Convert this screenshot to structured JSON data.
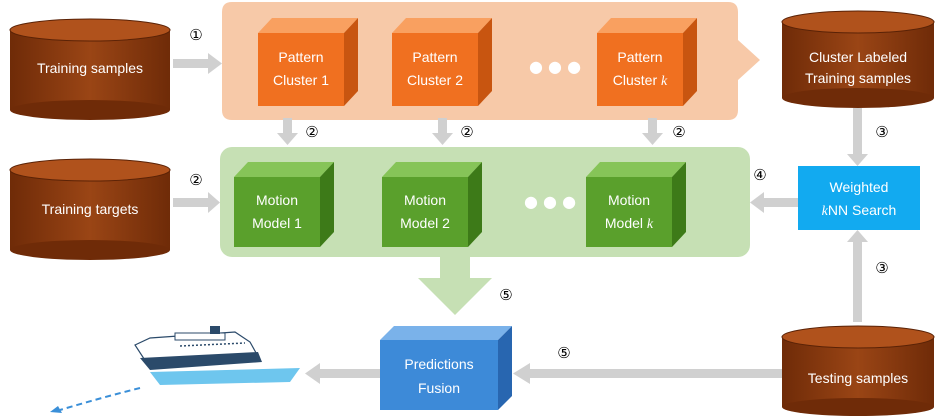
{
  "databases": {
    "training_samples": "Training samples",
    "training_targets": "Training targets",
    "cluster_labeled_line1": "Cluster Labeled",
    "cluster_labeled_line2": "Training samples",
    "testing_samples": "Testing samples"
  },
  "pattern_clusters": [
    {
      "line1": "Pattern",
      "line2": "Cluster 1",
      "suffix": ""
    },
    {
      "line1": "Pattern",
      "line2": "Cluster 2",
      "suffix": ""
    },
    {
      "line1": "Pattern",
      "line2": "Cluster ",
      "suffix": "k"
    }
  ],
  "motion_models": [
    {
      "line1": "Motion",
      "line2": "Model 1",
      "suffix": ""
    },
    {
      "line1": "Motion",
      "line2": "Model 2",
      "suffix": ""
    },
    {
      "line1": "Motion",
      "line2": "Model ",
      "suffix": "k"
    }
  ],
  "knn": {
    "line1": "Weighted",
    "prefix": "k",
    "line2": "NN Search"
  },
  "fusion": {
    "line1": "Predictions",
    "line2": "Fusion"
  },
  "ellipsis": "● ● ●",
  "steps": {
    "s1": "①",
    "s2a": "②",
    "s2b": "②",
    "s2c": "②",
    "s2d": "②",
    "s3a": "③",
    "s3b": "③",
    "s4": "④",
    "s5a": "⑤",
    "s5b": "⑤"
  },
  "colors": {
    "database": "#8b3a0f",
    "pattern_cube": "#f07020",
    "motion_cube": "#5aa02c",
    "knn_box": "#12aaf0",
    "fusion_cube": "#3d8ad8",
    "pattern_panel": "#f7c9a8",
    "motion_panel": "#c6e0b4",
    "arrow": "#d0d0d0"
  },
  "icons": {
    "ship": "ship-icon"
  }
}
